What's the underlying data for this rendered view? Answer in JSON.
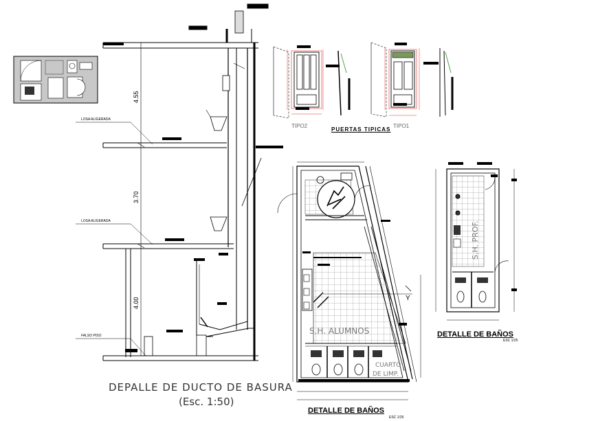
{
  "drawing": {
    "section_title": "DEPALLE DE DUCTO DE BASURA",
    "section_scale": "(Esc. 1:50)",
    "doors_title": "PUERTAS TIPICAS",
    "door_type_2": "TIPO2",
    "door_type_1": "TIPO1",
    "bath_title_main": "DETALLE DE BAÑOS",
    "bath_scale_main": "ESC 1/25",
    "bath_title_small": "DETALLE DE BAÑOS",
    "bath_scale_small": "ESC 1/25",
    "slab_label_1": "LOSA ALIGERADA",
    "slab_label_2": "LOSA ALIGERADA",
    "false_floor_label": "FALSO PISO",
    "dim_upper": "4.55",
    "dim_middle": "3.70",
    "dim_lower": "4.00",
    "room_students": "S.H. ALUMNOS",
    "room_cleaning_1": "CUARTO",
    "room_cleaning_2": "DE LIMP.",
    "room_teachers": "S.H. PROF.",
    "axis_y": "Y"
  },
  "colors": {
    "line": "#000000",
    "dimension_red": "#e03030",
    "accent_green": "#2a8a2a",
    "grey_fill": "#c8c8c8",
    "tile_grid": "#555555"
  }
}
